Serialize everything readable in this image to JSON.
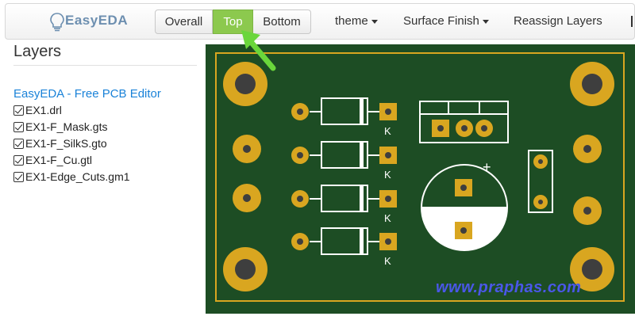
{
  "logo": {
    "text": "EasyEDA"
  },
  "toolbar": {
    "view_buttons": [
      "Overall",
      "Top",
      "Bottom"
    ],
    "menu": {
      "theme": "theme",
      "surface_finish": "Surface Finish",
      "reassign_layers": "Reassign Layers"
    }
  },
  "sidebar": {
    "title": "Layers",
    "link": "EasyEDA - Free PCB Editor",
    "layers": [
      "EX1.drl",
      "EX1-F_Mask.gts",
      "EX1-F_SilkS.gto",
      "EX1-F_Cu.gtl",
      "EX1-Edge_Cuts.gm1"
    ]
  },
  "board": {
    "labels": {
      "diode_k": "K",
      "cap_plus": "+"
    },
    "watermark": "www.praphas.com"
  },
  "colors": {
    "board": "#1d4d24",
    "pad": "#d9a620",
    "silkscreen": "#ffffff",
    "active_button": "#8cc94e",
    "link": "#1a82d8",
    "arrow": "#6ad63b"
  }
}
